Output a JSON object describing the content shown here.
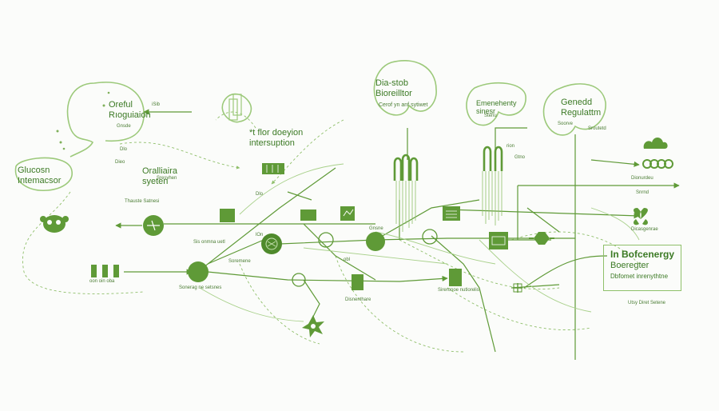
{
  "colors": {
    "primary": "#5f9a37",
    "light": "#9cc97a",
    "dark": "#3f7b22",
    "background": "#fbfcfa"
  },
  "nodes": {
    "oreful_regulaton": {
      "line1": "Oreful",
      "line2": "Rıoguiaion"
    },
    "glucose_interactor": {
      "line1": "Glucosn",
      "line2": "Intemacsor"
    },
    "orlaliaira_system": {
      "line1": "Oralliaira",
      "line2": "syeten"
    },
    "flor_doeyion": {
      "line1": "*t flor doeyion",
      "line2": "intersuption"
    },
    "diastob_bioreulttor": {
      "line1": "Dia-stob",
      "line2": "Bioreilltor"
    },
    "energy_sinesr": {
      "line1": "Emenehenty",
      "line2": "sinesr"
    },
    "genedd_regulattm": {
      "line1": "Genedd",
      "line2": "Regulattm"
    },
    "bioefcenergy": {
      "line1": "In Bofcenergy",
      "line2": "Boeregter",
      "line3": "Dbfomet inrenythtne"
    }
  },
  "small_labels": {
    "cycle_caption": "Cerof yn anf sytiwet",
    "top_mid_arrow": "iSib",
    "mid_left_1": "Gnsde",
    "mid_left_2": "Dlo",
    "mid_left_3": "Dieo",
    "system_caption": "Sresyhen",
    "arrow_left_caption": "Thauste  Satnesi",
    "left_row_caption": "oon oin oba",
    "center_caption_1": "Sis onmna uetl",
    "center_caption_2": "Soremene",
    "hub_caption": "Sonerag ne setsnes",
    "nodes_caption": "lOn",
    "mid_caption_1": "obl",
    "mid_caption_2": "Gnsne",
    "right_caption_1": "rion",
    "right_caption_2": "Gtno",
    "right_tag_1": "Stenu",
    "right_tag_2": "Soorve",
    "right_tag_3": "Sroutetd",
    "far_right_1": "Dionurdeu",
    "far_right_2": "Snrnd",
    "far_right_3": "Dicasgenrae",
    "far_right_4": "Disnenthare",
    "bottom_mid": "Sireronoe nutlorelis",
    "legend_foot": "Utsy Diret Setene",
    "top_left_note": "Dlo"
  }
}
